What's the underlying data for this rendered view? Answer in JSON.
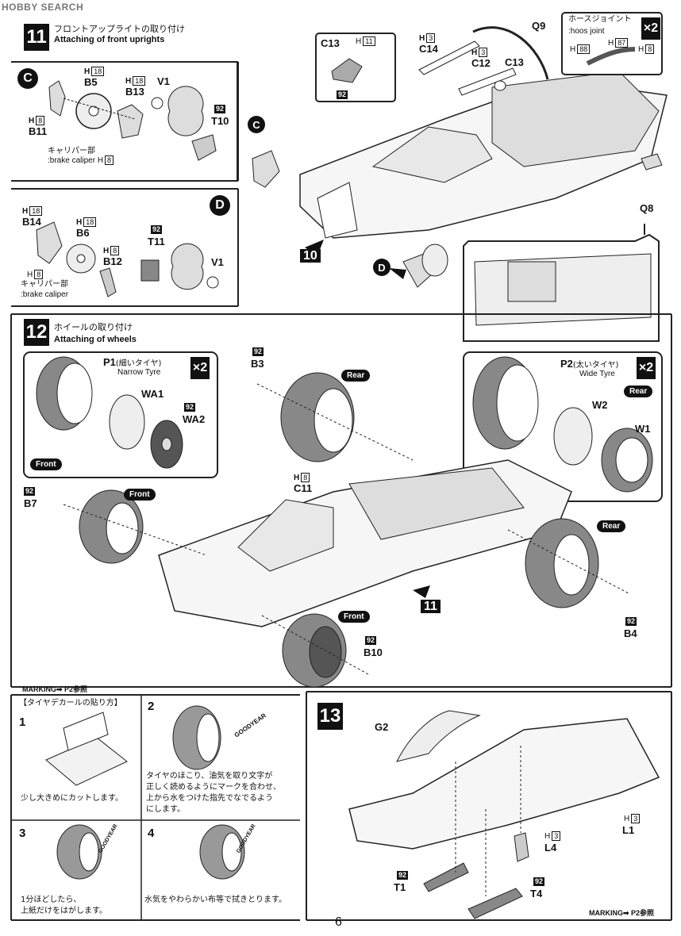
{
  "header": {
    "watermark": "HOBBY SEARCH"
  },
  "step11": {
    "number": "11",
    "title_jp": "フロントアップライトの取り付け",
    "title_en": "Attaching of front uprights",
    "box_c": "C",
    "box_d": "D",
    "caliper_jp": "キャリパー部",
    "caliper_en": ":brake caliper",
    "marker_10": "10",
    "c13_inset": {
      "label": "C13",
      "h_label": "H",
      "h_num": "11",
      "tag": "92"
    },
    "hose": {
      "title_jp": "ホースジョイント",
      "title_en": ":hoos joint",
      "x2": "×2",
      "h88": "88",
      "h87": "87",
      "h8": "8",
      "h": "H"
    },
    "parts": {
      "B5": "B5",
      "B13": "B13",
      "B11": "B11",
      "V1": "V1",
      "T10": "T10",
      "B14": "B14",
      "B6": "B6",
      "B12": "B12",
      "T11": "T11",
      "C14": "C14",
      "C12": "C12",
      "C13": "C13",
      "Q9": "Q9",
      "Q8": "Q8"
    },
    "h18": "18",
    "h8": "8",
    "h3": "3",
    "tag92": "92",
    "h": "H"
  },
  "step12": {
    "number": "12",
    "title_jp": "ホイールの取り付け",
    "title_en": "Attaching of wheels",
    "front_box": {
      "p1_label": "P1",
      "p1_jp": "(細いタイヤ)",
      "p1_en": "Narrow Tyre",
      "wa1": "WA1",
      "wa2": "WA2",
      "tag": "92",
      "pill": "Front",
      "x2": "×2"
    },
    "rear_box": {
      "p2_label": "P2",
      "p2_jp": "(太いタイヤ)",
      "p2_en": "Wide Tyre",
      "w2": "W2",
      "w1": "W1",
      "pill": "Rear",
      "x2": "×2"
    },
    "parts": {
      "B3": "B3",
      "C11": "C11",
      "B7": "B7",
      "B4": "B4",
      "B10": "B10"
    },
    "pills": {
      "rear": "Rear",
      "front": "Front"
    },
    "marker_11": "11",
    "h": "H",
    "h8": "8",
    "tag92": "92"
  },
  "decal": {
    "marking": "MARKING➡ P2参照",
    "title": "【タイヤデカールの貼り方】",
    "steps": [
      {
        "num": "1",
        "text1": "少し大きめにカットします。",
        "text2": "",
        "text3": ""
      },
      {
        "num": "2",
        "text1": "タイヤのほこり、油気を取り文字が",
        "text2": "正しく読めるようにマークを合わせ、",
        "text3": "上から水をつけた指先でなでるよう",
        "text4": "にします。"
      },
      {
        "num": "3",
        "text1": "1分ほどしたら、",
        "text2": "上紙だけをはがします。"
      },
      {
        "num": "4",
        "text1": "水気をやわらかい布等で拭きとります。"
      }
    ],
    "goodyear": "GOODYEAR"
  },
  "step13": {
    "number": "13",
    "parts": {
      "G2": "G2",
      "L1": "L1",
      "L4": "L4",
      "T1": "T1",
      "T4": "T4"
    },
    "h": "H",
    "h3": "3",
    "tag92": "92",
    "marking": "MARKING➡ P2参照"
  },
  "footer": {
    "page": "6"
  }
}
